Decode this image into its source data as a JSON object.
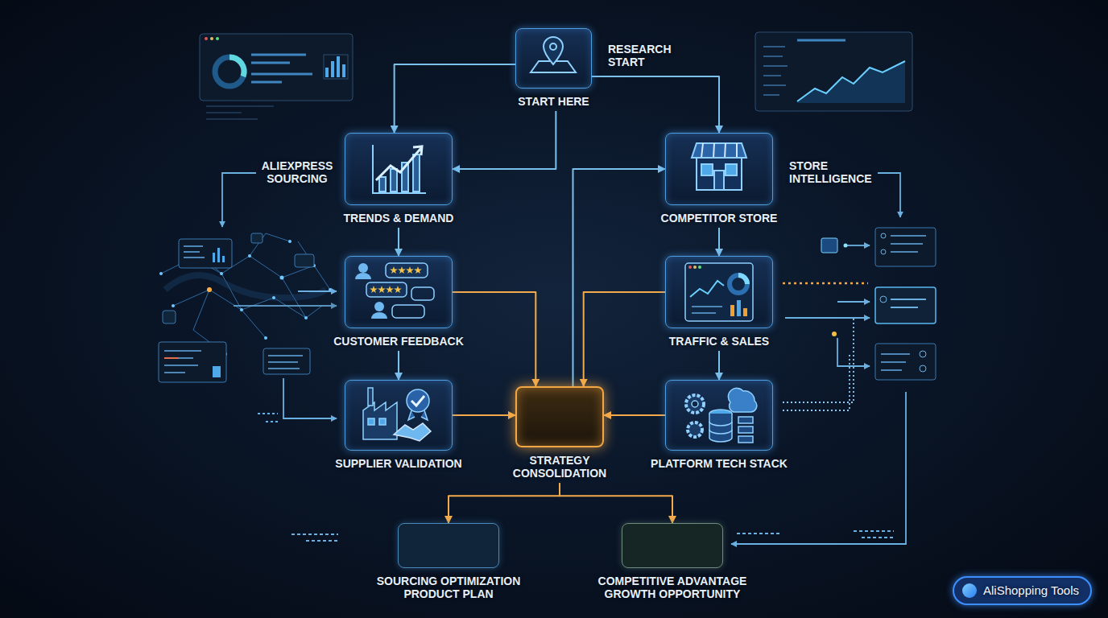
{
  "diagram": {
    "nodes": [
      {
        "text": [
          "START HERE"
        ]
      },
      {
        "text": [
          "TRENDS & DEMAND"
        ]
      },
      {
        "text": [
          "COMPETITOR STORE"
        ]
      },
      {
        "text": [
          "CUSTOMER FEEDBACK"
        ]
      },
      {
        "text": [
          "TRAFFIC & SALES"
        ]
      },
      {
        "text": [
          "SUPPLIER VALIDATION"
        ]
      },
      {
        "text": [
          "STRATEGY CONSOLIDATION"
        ]
      },
      {
        "text": [
          "PLATFORM TECH STACK"
        ]
      },
      {
        "text": [
          "SOURCING OPTIMIZATION PRODUCT PLAN"
        ]
      },
      {
        "text": [
          "COMPETITIVE ADVANTAGE GROWTH OPPORTUNITY"
        ]
      }
    ],
    "edges": [
      {
        "from": 0,
        "to": 1,
        "arrow": "to"
      },
      {
        "from": 0,
        "to": 2,
        "arrow": "to"
      },
      {
        "from": 0,
        "to": 1,
        "arrow": "to"
      },
      {
        "from": 1,
        "to": 3,
        "arrow": "to"
      },
      {
        "from": 3,
        "to": 5,
        "arrow": "to"
      },
      {
        "from": 2,
        "to": 4,
        "arrow": "to"
      },
      {
        "from": 4,
        "to": 7,
        "arrow": "to"
      },
      {
        "from": 3,
        "to": 6,
        "arrow": "to"
      },
      {
        "from": 4,
        "to": 6,
        "arrow": "to"
      },
      {
        "from": 6,
        "to": 2,
        "arrow": "to"
      },
      {
        "from": 5,
        "to": 6,
        "arrow": "to"
      },
      {
        "from": 7,
        "to": 6,
        "arrow": "to"
      },
      {
        "from": 6,
        "to": 8,
        "arrow": "to"
      },
      {
        "from": 6,
        "to": 9,
        "arrow": "to"
      }
    ],
    "labels": [
      "RESEARCH START",
      "ALIEXPRESS SOURCING",
      "STORE INTELLIGENCE",
      "AliShopping Tools"
    ]
  }
}
